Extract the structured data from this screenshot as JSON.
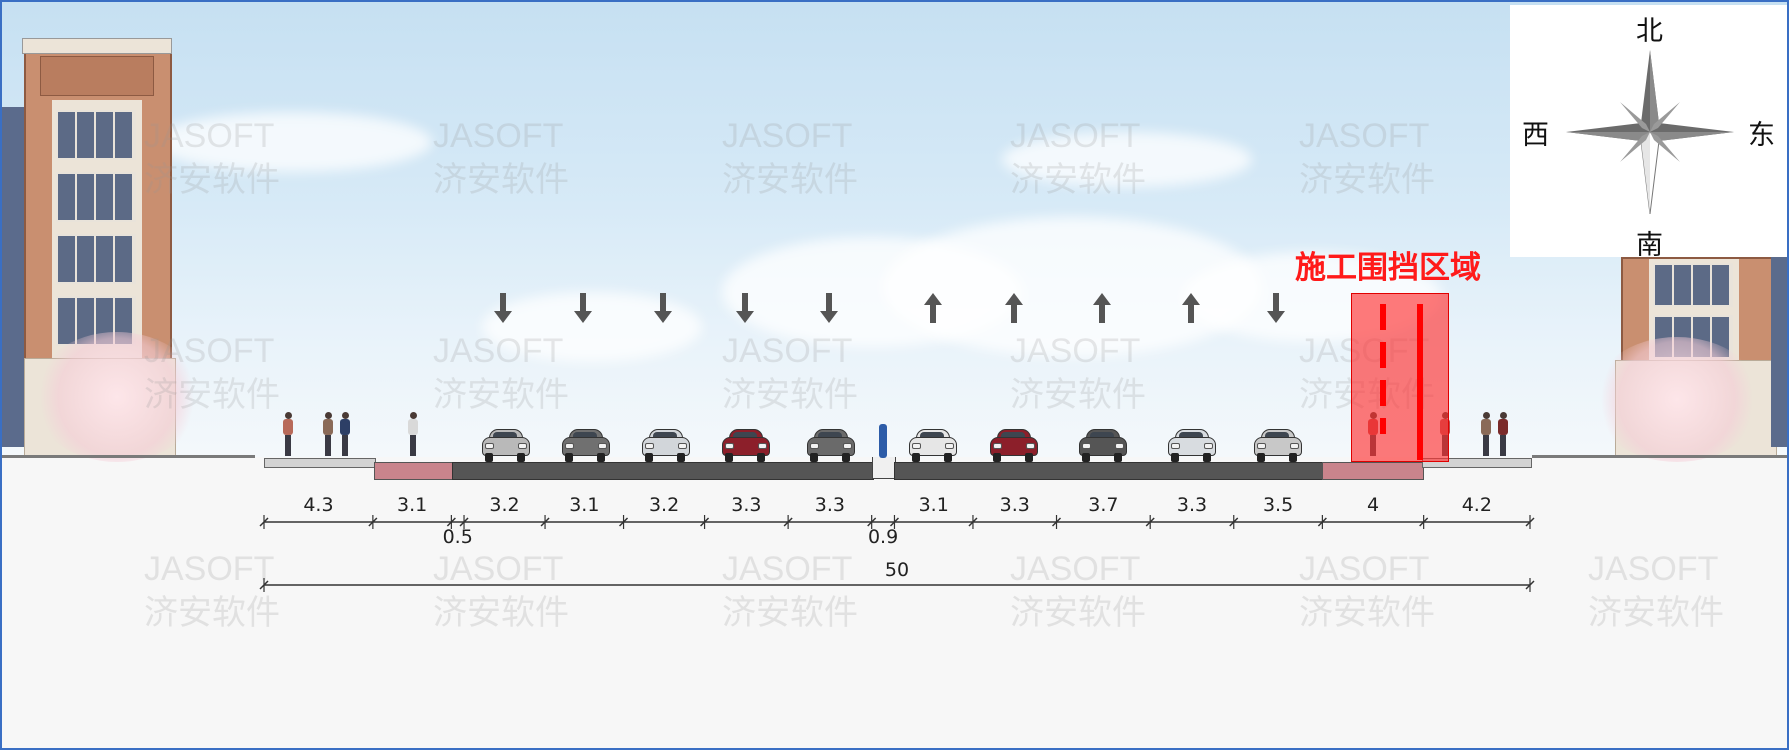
{
  "compass": {
    "north": "北",
    "south": "南",
    "west": "西",
    "east": "东"
  },
  "watermark": {
    "line1": "JASOFT",
    "line2": "济安软件"
  },
  "construction_zone": {
    "label": "施工围挡区域",
    "color": "#ff2a2a"
  },
  "direction_arrows": [
    "down",
    "down",
    "down",
    "down",
    "down",
    "up",
    "up",
    "up",
    "up",
    "down"
  ],
  "cross_section": {
    "segment_widths": [
      "4.3",
      "3.1",
      "0.5",
      "3.2",
      "3.1",
      "3.2",
      "3.3",
      "3.3",
      "0.9",
      "3.1",
      "3.3",
      "3.7",
      "3.3",
      "3.5",
      "4",
      "4.2"
    ],
    "total_width": "50"
  },
  "colors": {
    "asphalt": "#555555",
    "bike_lane": "#c9848c",
    "sidewalk": "#d0d0d0",
    "dimension_line": "#333333",
    "frame_border": "#3a6fc4"
  }
}
